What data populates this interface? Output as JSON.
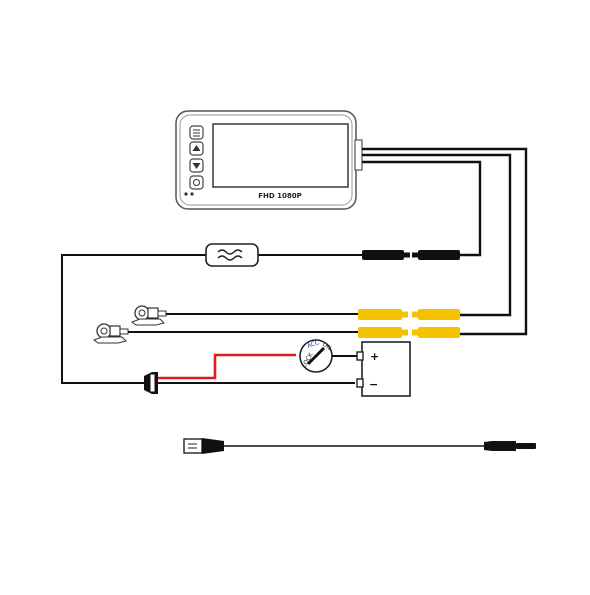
{
  "device": {
    "screen_label": "FHD 1080P",
    "buttons": [
      "menu-icon",
      "up-arrow-icon",
      "down-arrow-icon",
      "record-icon"
    ]
  },
  "battery": {
    "positive_label": "+",
    "negative_label": "−"
  },
  "ignition_switch": {
    "labels": [
      "LOCK",
      "ACC",
      "ON"
    ]
  },
  "colors": {
    "wire": "#111111",
    "power_wire": "#e01b1b",
    "connector_av": "#f5c200",
    "connector_power": "#111111",
    "acc_label": "#1e3fd0"
  }
}
